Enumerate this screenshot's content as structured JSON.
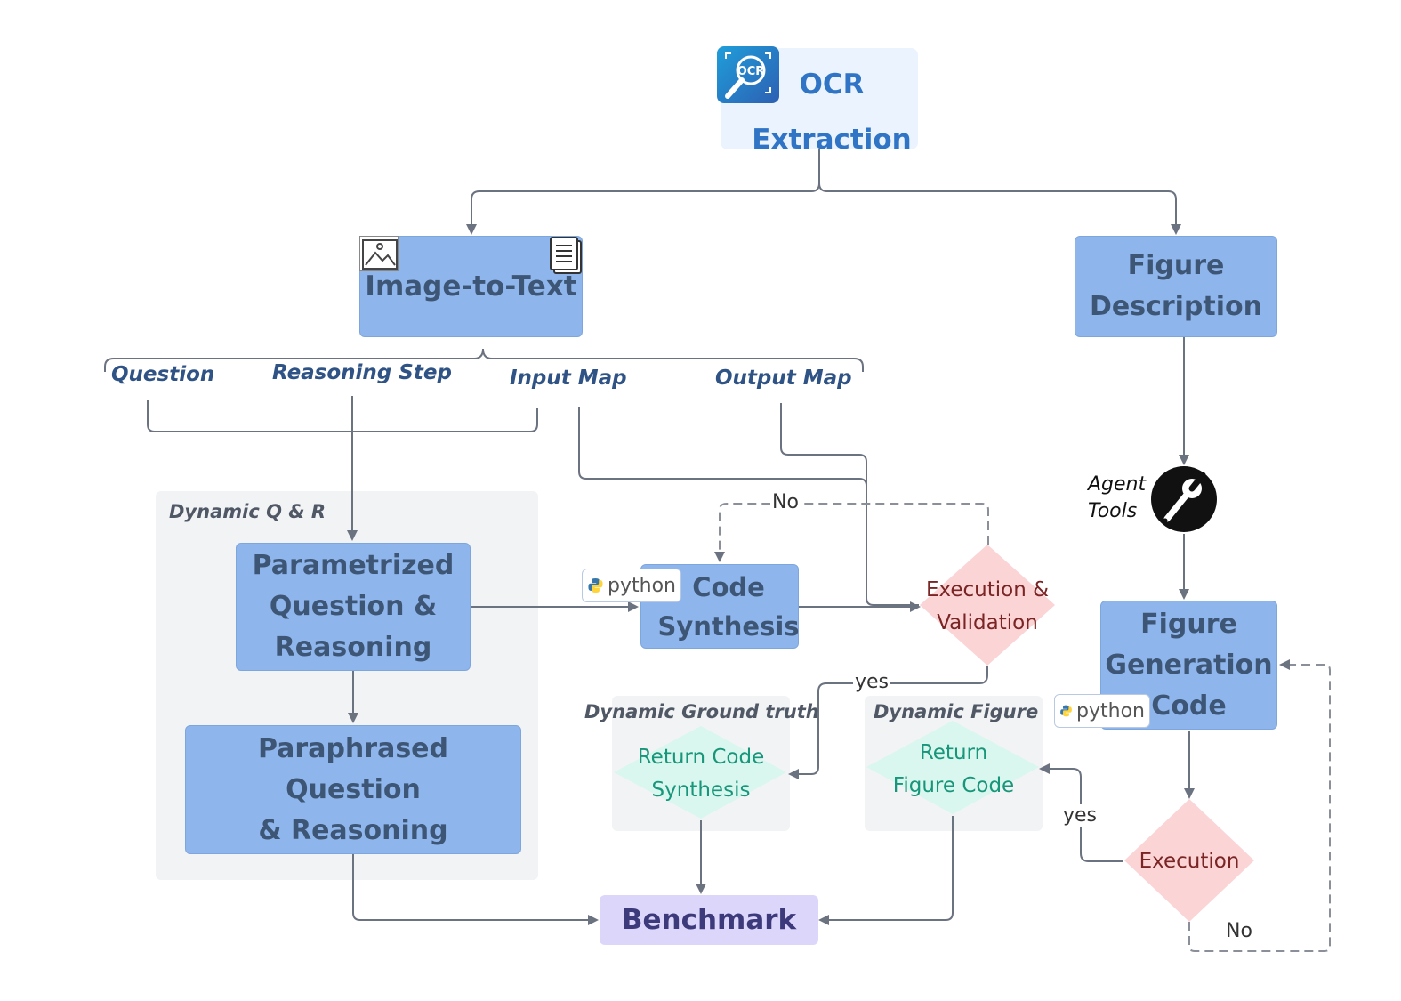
{
  "nodes": {
    "ocr": "OCR\nExtraction",
    "image_to_text": "Image-to-Text",
    "figure_description": "Figure\nDescription",
    "parametrized": "Parametrized\nQuestion &\nReasoning",
    "paraphrased": "Paraphrased Question\n& Reasoning",
    "code_synthesis": "Code\nSynthesis",
    "execution_validation": "Execution &\nValidation",
    "figure_generation": "Figure\nGeneration\nCode",
    "execution": "Execution",
    "return_code_synthesis": "Return Code\nSynthesis",
    "return_figure_code": "Return\nFigure Code",
    "benchmark": "Benchmark"
  },
  "branches": {
    "question": "Question",
    "reasoning_step": "Reasoning Step",
    "input_map": "Input Map",
    "output_map": "Output Map"
  },
  "groups": {
    "dynamic_qr": "Dynamic Q & R",
    "dynamic_ground_truth": "Dynamic Ground truth",
    "dynamic_figure": "Dynamic Figure"
  },
  "edge_labels": {
    "no_top": "No",
    "yes_left": "yes",
    "yes_right": "yes",
    "no_bottom": "No"
  },
  "agent_tools": "Agent\nTools",
  "python_badge": "python",
  "icons": [
    "ocr-icon",
    "image-icon",
    "document-icon",
    "wrench-icon",
    "python-logo-icon"
  ],
  "colors": {
    "process_box": "#8fb6ec",
    "decision": "#fbd4d6",
    "return_diamond": "#d9f6ef",
    "benchmark": "#ddd6fb",
    "arrow": "#6b7280"
  }
}
